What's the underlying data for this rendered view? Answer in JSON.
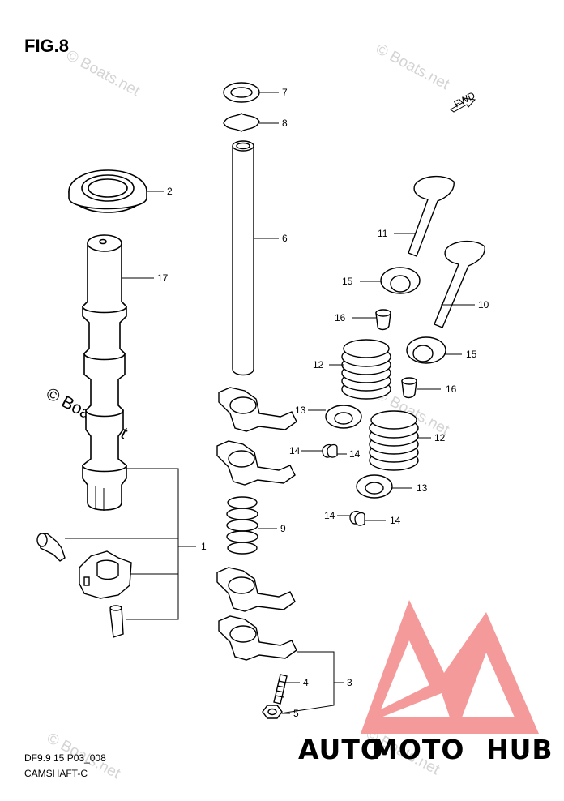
{
  "figure": {
    "title": "FIG.8",
    "code": "DF9.9 15 P03_008",
    "name": "CAMSHAFT-C"
  },
  "watermark": {
    "text": "© Boats.net",
    "short": "Boats.net"
  },
  "fwd_label": "FWD",
  "brand": {
    "part1": "AUTO",
    "part2": "MOTO",
    "part3": "HUB",
    "color_yellow": "#f7c26a",
    "color_red": "#f28a8a"
  },
  "callouts": {
    "c1": "1",
    "c2": "2",
    "c3": "3",
    "c4": "4",
    "c5": "5",
    "c6": "6",
    "c7": "7",
    "c8": "8",
    "c9": "9",
    "c10": "10",
    "c11": "11",
    "c12a": "12",
    "c12b": "12",
    "c13a": "13",
    "c13b": "13",
    "c14a": "14",
    "c14b": "14",
    "c14c": "14",
    "c14d": "14",
    "c15a": "15",
    "c15b": "15",
    "c16a": "16",
    "c16b": "16",
    "c17": "17"
  }
}
